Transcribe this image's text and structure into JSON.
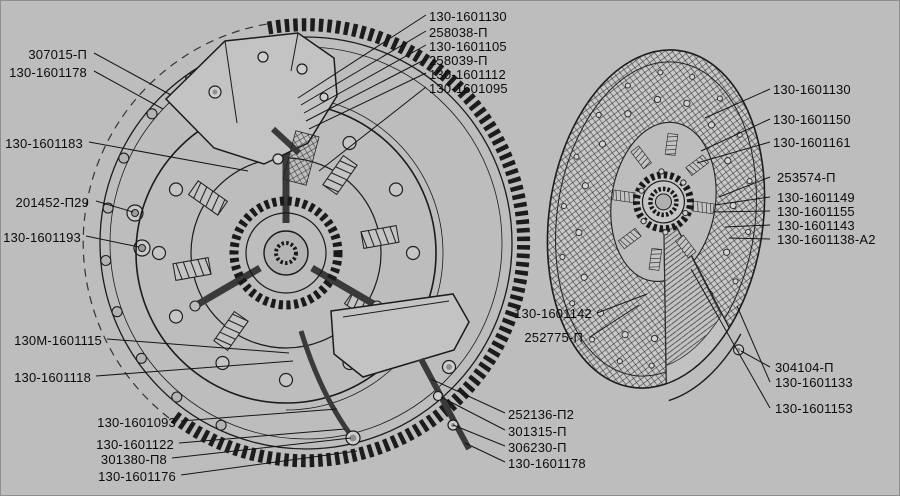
{
  "colors": {
    "background": "#bdbdbd",
    "ink": "#1a1a1a"
  },
  "labels": {
    "left": [
      "307015-П",
      "130-1601178",
      "130-1601183",
      "201452-П29",
      "130-1601193",
      "130М-1601115",
      "130-1601118",
      "130-1601093",
      "130-1601122",
      "301380-П8",
      "130-1601176"
    ],
    "top": [
      "130-1601130",
      "258038-П",
      "130-1601105",
      "258039-П",
      "130-1601112",
      "130-1601095"
    ],
    "bottom": [
      "252136-П2",
      "301315-П",
      "306230-П",
      "130-1601178"
    ],
    "right": [
      "130-1601130",
      "130-1601150",
      "130-1601161",
      "253574-П",
      "130-1601149",
      "130-1601155",
      "130-1601143",
      "130-1601138-А2",
      "304104-П",
      "130-1601133",
      "130-1601153"
    ],
    "disc_left": [
      "130-1601142",
      "252775-П"
    ]
  }
}
